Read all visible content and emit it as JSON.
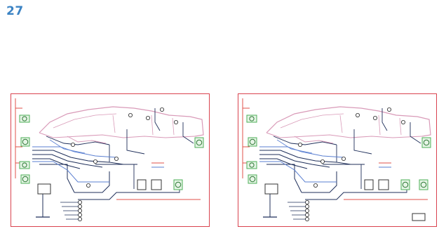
{
  "page": {
    "number": "27"
  },
  "panels": [
    {
      "id": "left",
      "legend": [
        "",
        ""
      ]
    },
    {
      "id": "right",
      "legend": [
        "",
        ""
      ]
    }
  ],
  "colors": {
    "page_number": "#3b83c4",
    "frame": "#d9434f",
    "body_outline": "#d99ab8",
    "wire_dark": "#1f2f5a",
    "wire_blue": "#5a7fd1",
    "wire_red": "#e0504a",
    "component_green": "#4caf57"
  },
  "icons": [
    "actuator-icon",
    "sensor-icon",
    "connector-icon",
    "ground-icon"
  ]
}
